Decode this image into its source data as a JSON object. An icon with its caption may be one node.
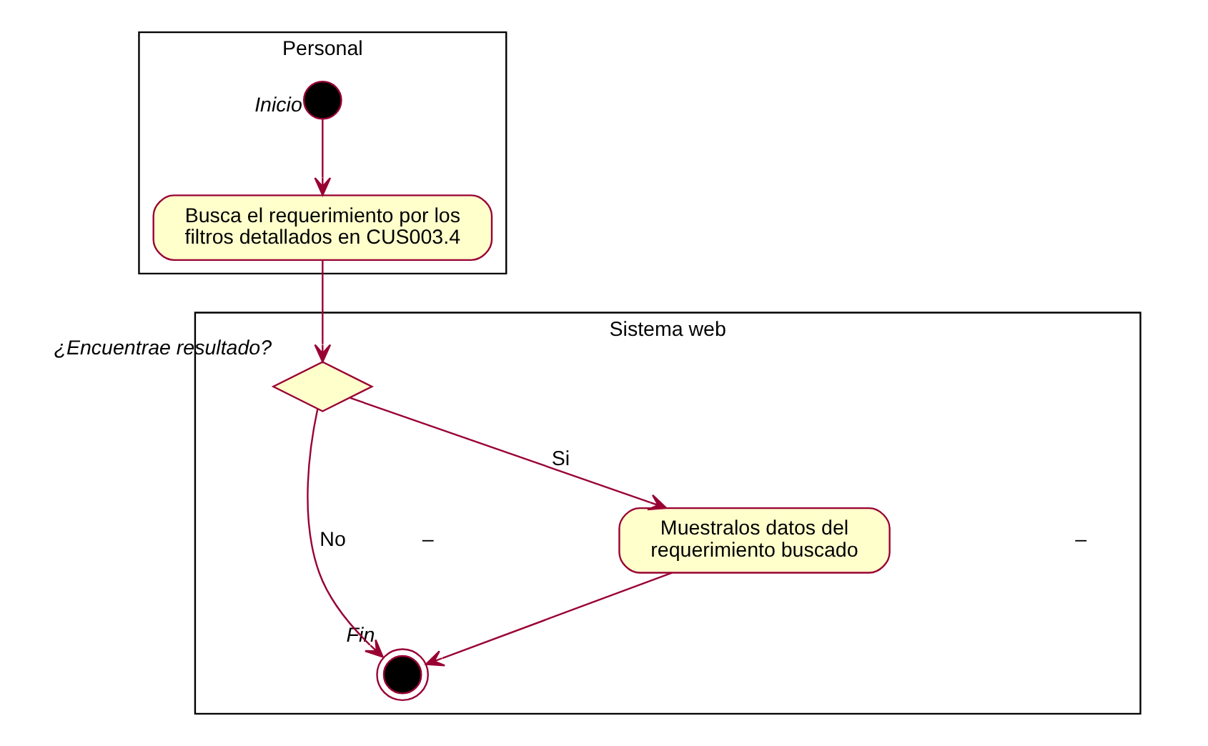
{
  "diagram": {
    "nodes": [
      {
        "text": [
          "Personal"
        ]
      },
      {
        "text": [
          "Sistema web"
        ]
      },
      {
        "text": [],
        "shape": "circle",
        "in": 0,
        "beside": [
          "Inicio"
        ]
      },
      {
        "text": [
          "Busca el requerimiento por los filtros detallados en CUS003.4"
        ],
        "in": 0
      },
      {
        "text": [],
        "shape": "diamond",
        "in": 1,
        "beside": [
          "¿Encuentrae resultado?"
        ]
      },
      {
        "text": [],
        "shape": "bullseye",
        "in": 1,
        "beside": [
          "Fin"
        ]
      },
      {
        "text": [
          "Muestralos datos del requerimiento buscado"
        ],
        "in": 1
      }
    ],
    "edges": [
      {
        "from": 2,
        "to": 3,
        "arrow": "to"
      },
      {
        "from": 3,
        "to": 4,
        "arrow": "to"
      },
      {
        "from": 4,
        "to": 5,
        "arrow": "to",
        "label": "No"
      },
      {
        "from": 4,
        "to": 6,
        "arrow": "to",
        "label": "Si"
      },
      {
        "from": 6,
        "to": 5,
        "arrow": "to"
      }
    ],
    "labels": [
      "–",
      "–"
    ]
  }
}
